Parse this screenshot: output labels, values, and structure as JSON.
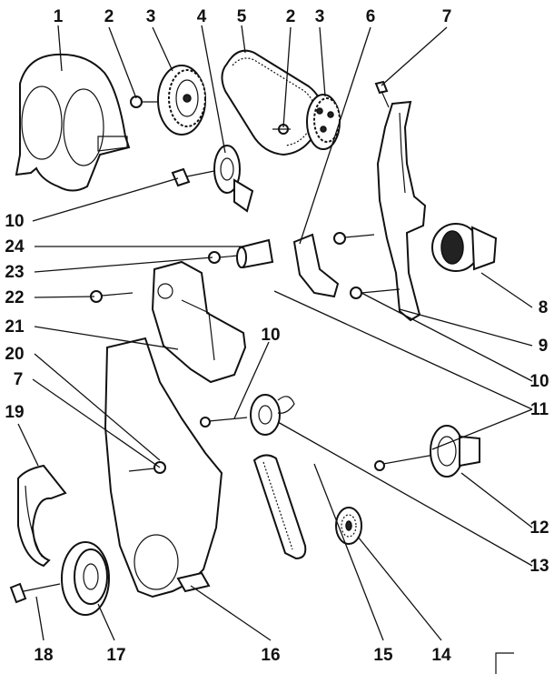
{
  "callouts": {
    "c1": "1",
    "c2a": "2",
    "c3a": "3",
    "c4": "4",
    "c5": "5",
    "c2b": "2",
    "c3b": "3",
    "c6": "6",
    "c7a": "7",
    "c10a": "10",
    "c24": "24",
    "c23": "23",
    "c22": "22",
    "c21": "21",
    "c20": "20",
    "c7b": "7",
    "c19": "19",
    "c10b": "10",
    "c8": "8",
    "c9": "9",
    "c10c": "10",
    "c11": "11",
    "c12": "12",
    "c13": "13",
    "c14": "14",
    "c15": "15",
    "c16": "16",
    "c17": "17",
    "c18": "18"
  }
}
